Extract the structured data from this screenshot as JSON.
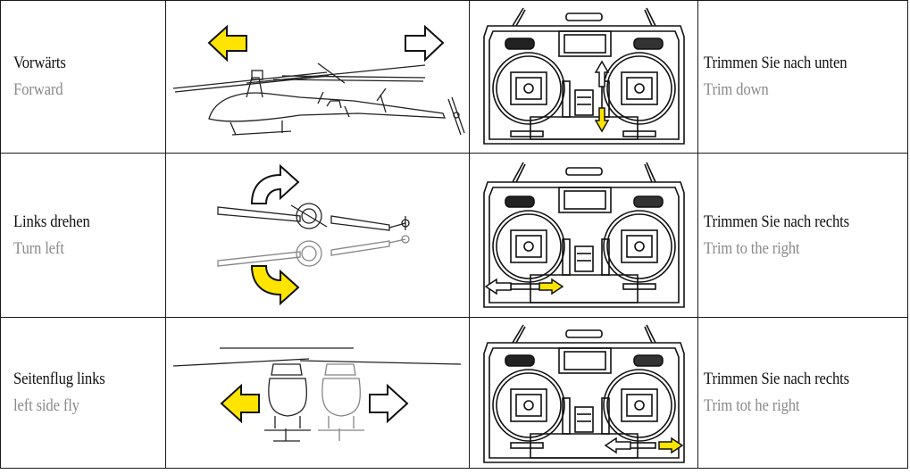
{
  "rows": [
    {
      "action_de": "Vorwärts",
      "action_en": "Forward",
      "trim_de": "Trimmen Sie nach unten",
      "trim_en": "Trim down",
      "highlight_color": "#ffe400"
    },
    {
      "action_de": "Links drehen",
      "action_en": "Turn left",
      "trim_de": "Trimmen Sie nach rechts",
      "trim_en": "Trim to the right",
      "highlight_color": "#ffe400"
    },
    {
      "action_de": "Seitenflug links",
      "action_en": "left side fly",
      "trim_de": "Trimmen Sie nach rechts",
      "trim_en": "Trim tot he right",
      "highlight_color": "#ffe400"
    }
  ]
}
